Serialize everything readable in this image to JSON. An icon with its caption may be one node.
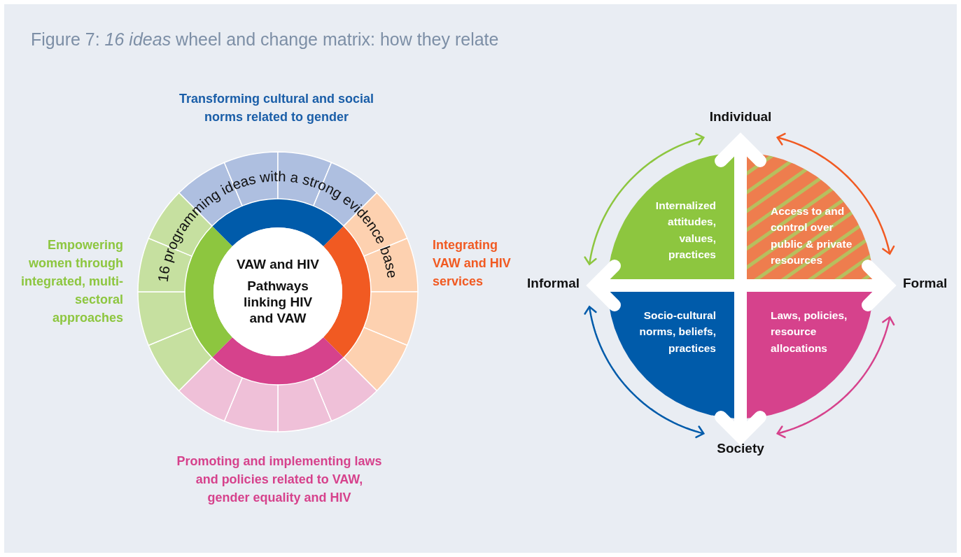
{
  "diagram": {
    "title": "Figure 7: *16 ideas* wheel and change matrix: how they relate",
    "nodes": [
      {
        "text": [
          "VAW and HIV",
          "Pathways linking HIV and VAW"
        ]
      },
      {
        "text": [
          "Individual"
        ]
      },
      {
        "text": [
          "Internalized attitudes, values, practices"
        ]
      },
      {
        "text": [
          "Access to and control over public & private resources"
        ]
      },
      {
        "text": [
          "Informal"
        ]
      },
      {
        "text": [
          "Formal"
        ]
      },
      {
        "text": [
          "Socio-cultural norms, beliefs, practices"
        ]
      },
      {
        "text": [
          "Laws, policies, resource allocations"
        ]
      },
      {
        "text": [
          "Society"
        ]
      }
    ],
    "edges": [
      {
        "from": 4,
        "to": 1,
        "arrow": "both",
        "color": "#8dc63f"
      },
      {
        "from": 1,
        "to": 5,
        "arrow": "both",
        "color": "#f15a22"
      },
      {
        "from": 4,
        "to": 8,
        "arrow": "both",
        "color": "#005baa"
      },
      {
        "from": 5,
        "to": 8,
        "arrow": "both",
        "color": "#d6428c"
      },
      {
        "from": 1,
        "to": 8,
        "arrow": "both",
        "style": "thick",
        "color": "#ffffff"
      },
      {
        "from": 4,
        "to": 5,
        "arrow": "both",
        "style": "thick",
        "color": "#ffffff"
      }
    ],
    "labels": [
      "Transforming cultural and social norms related to gender",
      "16 programming ideas with a strong evidence base",
      "Empowering women through integrated, multi-sectoral approaches",
      "Integrating VAW and HIV services",
      "Promoting and implementing laws and policies related to VAW, gender equality and HIV"
    ]
  }
}
